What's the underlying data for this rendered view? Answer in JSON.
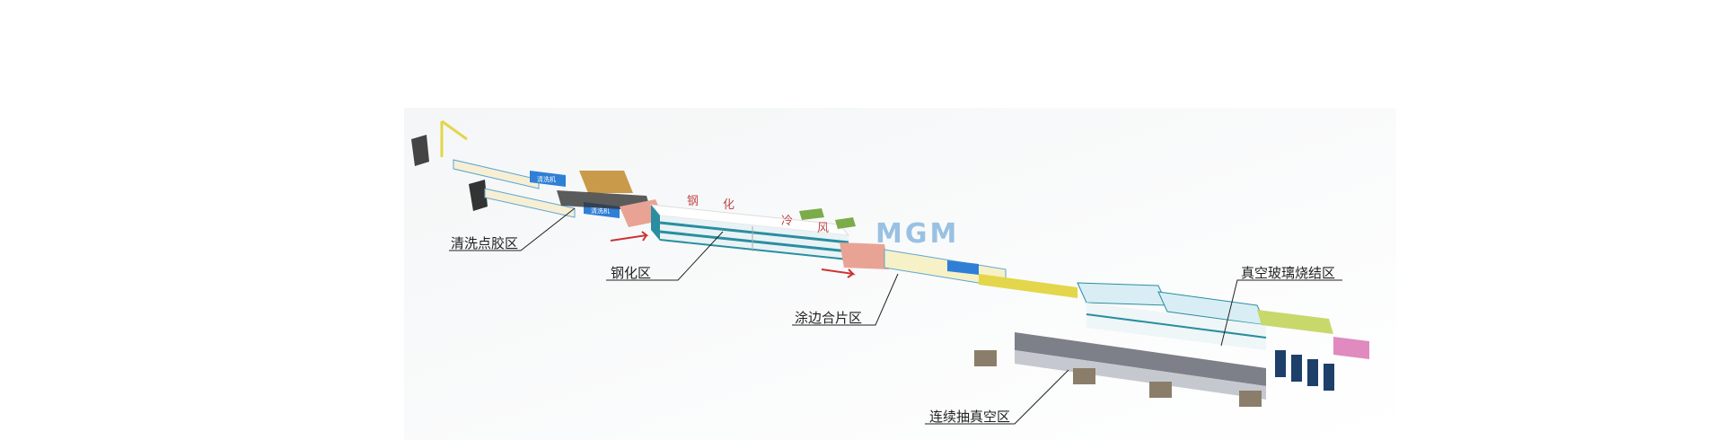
{
  "zones": [
    {
      "label": "清洗点胶区"
    },
    {
      "label": "钢化区"
    },
    {
      "label": "涂边合片区"
    },
    {
      "label": "真空玻璃烧结区"
    },
    {
      "label": "连续抽真空区"
    }
  ],
  "furnace_text": [
    "钢",
    "化",
    "冷",
    "风"
  ],
  "washer_label": "清洗机",
  "watermark": "MGM",
  "colors": {
    "teal": "#2a8ea0",
    "blue": "#2f7fd6",
    "pink": "#e9a394",
    "yellow": "#e3d64a",
    "wood": "#c99a4a"
  }
}
